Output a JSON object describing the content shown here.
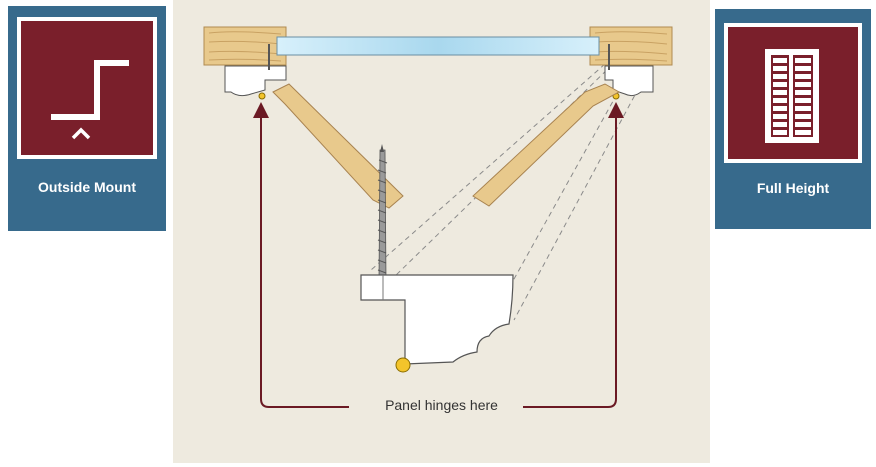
{
  "options": [
    {
      "id": "mount",
      "label": "Outside Mount",
      "icon": "outside-mount-icon"
    },
    {
      "id": "style",
      "label": "Full Height",
      "icon": "full-height-shutter-icon"
    }
  ],
  "diagram": {
    "caption": "Panel hinges here"
  },
  "colors": {
    "card_blue": "#376a8c",
    "tile_maroon": "#7a1f2b",
    "diagram_bg": "#eeeadf",
    "arrow": "#6b1a24",
    "wood": "#e8c98c",
    "glass": "#bfe3f5",
    "hinge": "#f3c42b"
  }
}
